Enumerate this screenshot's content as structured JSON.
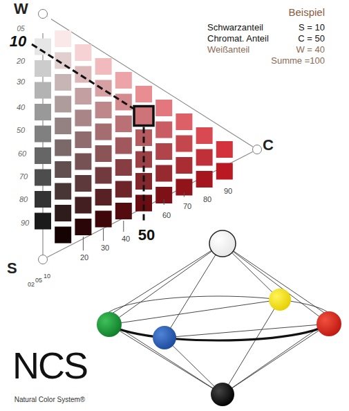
{
  "diagram": {
    "nodes": [
      {
        "text": [
          "W"
        ]
      },
      {
        "text": [
          "S"
        ]
      },
      {
        "text": [
          "C"
        ]
      }
    ],
    "edges": [
      {
        "from": 0,
        "to": 1,
        "arrow": "none"
      },
      {
        "from": 1,
        "to": 2,
        "arrow": "none"
      },
      {
        "from": 0,
        "to": 2,
        "arrow": "none"
      }
    ],
    "labels": [
      "05",
      "10",
      "20",
      "30",
      "40",
      "50",
      "60",
      "70",
      "80",
      "90",
      "02",
      "05",
      "10",
      "20",
      "30",
      "40",
      "50",
      "60",
      "70",
      "80",
      "90",
      "Beispiel",
      "Schwarzanteil",
      "S = 10",
      "Chromat. Anteil",
      "C = 50",
      "Weißanteil",
      "W = 40",
      "Summe =100",
      "NCS",
      "Natural Color System®"
    ]
  }
}
